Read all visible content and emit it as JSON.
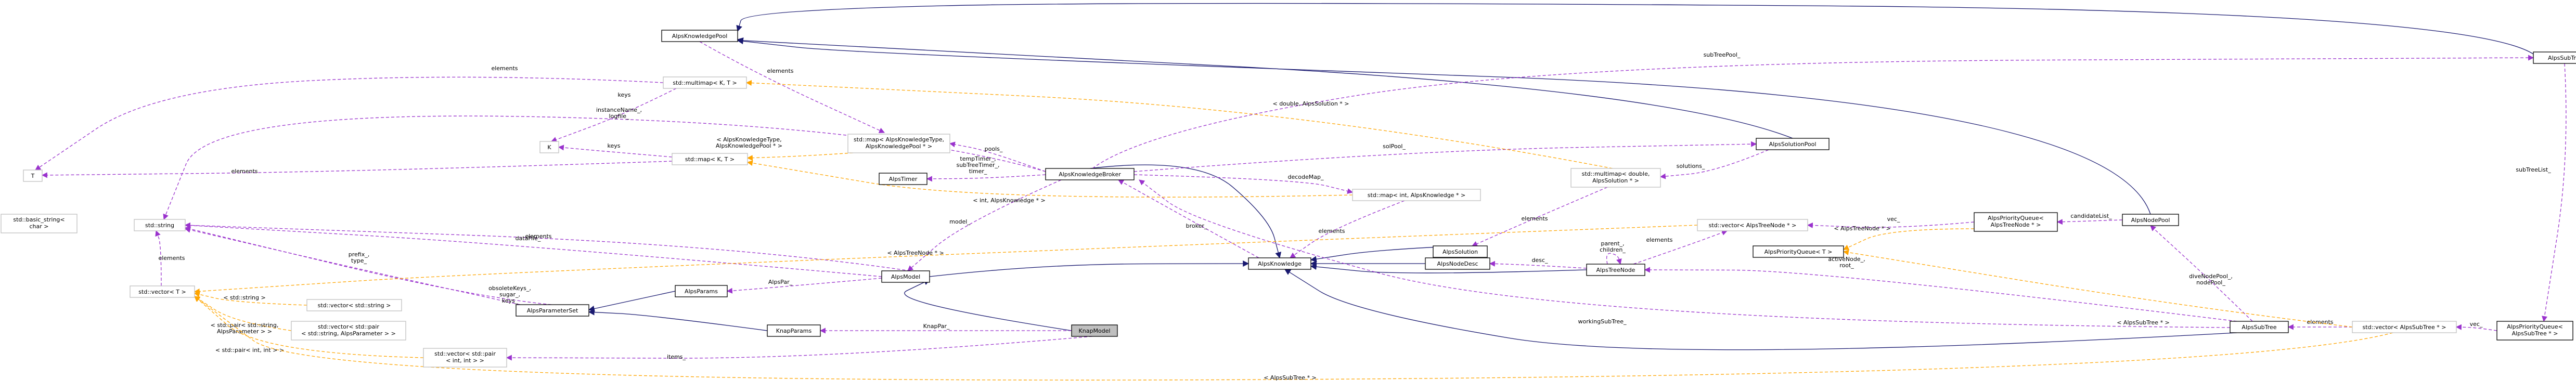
{
  "colors": {
    "node_border": "#000000",
    "grey_border": "#bfbfbf",
    "highlight_fill": "#bfbfbf",
    "inherit": "#191970",
    "usage": "#9a32cd",
    "template": "#ffa500"
  },
  "nodes": [
    {
      "id": "kp",
      "lines": [
        "AlpsKnowledgePool"
      ],
      "grey": false,
      "highlight": false
    },
    {
      "id": "stp",
      "lines": [
        "AlpsSubTreePool"
      ],
      "grey": false,
      "highlight": false
    },
    {
      "id": "mm",
      "lines": [
        "std::multimap< K, T >"
      ],
      "grey": true,
      "highlight": false
    },
    {
      "id": "map_type",
      "lines": [
        "std::map< AlpsKnowledgeType,",
        "AlpsKnowledgePool * >"
      ],
      "grey": true,
      "highlight": false
    },
    {
      "id": "T",
      "lines": [
        "T"
      ],
      "grey": true,
      "highlight": false
    },
    {
      "id": "K",
      "lines": [
        "K"
      ],
      "grey": true,
      "highlight": false
    },
    {
      "id": "mapKT",
      "lines": [
        "std::map< K, T >"
      ],
      "grey": true,
      "highlight": false
    },
    {
      "id": "sp",
      "lines": [
        "AlpsSolutionPool"
      ],
      "grey": false,
      "highlight": false
    },
    {
      "id": "timer",
      "lines": [
        "AlpsTimer"
      ],
      "grey": false,
      "highlight": false
    },
    {
      "id": "broker",
      "lines": [
        "AlpsKnowledgeBroker"
      ],
      "grey": false,
      "highlight": false
    },
    {
      "id": "mmds",
      "lines": [
        "std::multimap< double,",
        "AlpsSolution * >"
      ],
      "grey": true,
      "highlight": false
    },
    {
      "id": "mapint",
      "lines": [
        "std::map< int, AlpsKnowledge * >"
      ],
      "grey": true,
      "highlight": false
    },
    {
      "id": "basic",
      "lines": [
        "std::basic_string<",
        "char >"
      ],
      "grey": true,
      "highlight": false
    },
    {
      "id": "string",
      "lines": [
        "std::string"
      ],
      "grey": true,
      "highlight": false
    },
    {
      "id": "pqtn",
      "lines": [
        "AlpsPriorityQueue<",
        "AlpsTreeNode * >"
      ],
      "grey": false,
      "highlight": false
    },
    {
      "id": "nodepool",
      "lines": [
        "AlpsNodePool"
      ],
      "grey": false,
      "highlight": false
    },
    {
      "id": "vtn",
      "lines": [
        "std::vector< AlpsTreeNode * >"
      ],
      "grey": true,
      "highlight": false
    },
    {
      "id": "solution",
      "lines": [
        "AlpsSolution"
      ],
      "grey": false,
      "highlight": false
    },
    {
      "id": "pqt",
      "lines": [
        "AlpsPriorityQueue< T >"
      ],
      "grey": false,
      "highlight": false
    },
    {
      "id": "knowledge",
      "lines": [
        "AlpsKnowledge"
      ],
      "grey": false,
      "highlight": false
    },
    {
      "id": "nodedesc",
      "lines": [
        "AlpsNodeDesc"
      ],
      "grey": false,
      "highlight": false
    },
    {
      "id": "treenode",
      "lines": [
        "AlpsTreeNode"
      ],
      "grey": false,
      "highlight": false
    },
    {
      "id": "vecT",
      "lines": [
        "std::vector< T >"
      ],
      "grey": true,
      "highlight": false
    },
    {
      "id": "vstr",
      "lines": [
        "std::vector< std::string >"
      ],
      "grey": true,
      "highlight": false
    },
    {
      "id": "params",
      "lines": [
        "AlpsParams"
      ],
      "grey": false,
      "highlight": false
    },
    {
      "id": "model",
      "lines": [
        "AlpsModel"
      ],
      "grey": false,
      "highlight": false
    },
    {
      "id": "pset",
      "lines": [
        "AlpsParameterSet"
      ],
      "grey": false,
      "highlight": false
    },
    {
      "id": "vpair",
      "lines": [
        "std::vector< std::pair",
        "< std::string, AlpsParameter > >"
      ],
      "grey": true,
      "highlight": false
    },
    {
      "id": "knapparams",
      "lines": [
        "KnapParams"
      ],
      "grey": false,
      "highlight": false
    },
    {
      "id": "knapmodel",
      "lines": [
        "KnapModel"
      ],
      "grey": false,
      "highlight": true
    },
    {
      "id": "vpii",
      "lines": [
        "std::vector< std::pair",
        "< int, int > >"
      ],
      "grey": true,
      "highlight": false
    },
    {
      "id": "subtree",
      "lines": [
        "AlpsSubTree"
      ],
      "grey": false,
      "highlight": false
    },
    {
      "id": "vst",
      "lines": [
        "std::vector< AlpsSubTree * >"
      ],
      "grey": true,
      "highlight": false
    },
    {
      "id": "pqst",
      "lines": [
        "AlpsPriorityQueue<",
        "AlpsSubTree * >"
      ],
      "grey": false,
      "highlight": false
    }
  ],
  "edges": [
    {
      "id": "e1",
      "kind": "inherit",
      "label": []
    },
    {
      "id": "e2",
      "kind": "inherit",
      "label": []
    },
    {
      "id": "e3",
      "kind": "inherit",
      "label": []
    },
    {
      "id": "e4",
      "kind": "inherit",
      "label": []
    },
    {
      "id": "e5",
      "kind": "inherit",
      "label": []
    },
    {
      "id": "e6",
      "kind": "inherit",
      "label": []
    },
    {
      "id": "e7",
      "kind": "inherit",
      "label": []
    },
    {
      "id": "e8",
      "kind": "inherit",
      "label": []
    },
    {
      "id": "e9",
      "kind": "inherit",
      "label": []
    },
    {
      "id": "e10",
      "kind": "inherit",
      "label": []
    },
    {
      "id": "e11",
      "kind": "inherit",
      "label": []
    },
    {
      "id": "e12",
      "kind": "inherit",
      "label": []
    },
    {
      "id": "u1",
      "kind": "usage",
      "label": [
        "subTreePool_"
      ]
    },
    {
      "id": "u2",
      "kind": "usage",
      "label": [
        "elements"
      ]
    },
    {
      "id": "u3",
      "kind": "usage",
      "label": [
        "elements"
      ]
    },
    {
      "id": "u4",
      "kind": "usage",
      "label": [
        "keys"
      ]
    },
    {
      "id": "u5",
      "kind": "usage",
      "label": [
        "instanceName_,",
        "logfile_"
      ]
    },
    {
      "id": "u6",
      "kind": "usage",
      "label": [
        "keys"
      ]
    },
    {
      "id": "u7",
      "kind": "usage",
      "label": [
        "elements"
      ]
    },
    {
      "id": "u8",
      "kind": "usage",
      "label": [
        "pools_"
      ]
    },
    {
      "id": "u9",
      "kind": "usage",
      "label": [
        "tempTimer_,",
        "subTreeTimer_,",
        "timer_"
      ]
    },
    {
      "id": "u10",
      "kind": "usage",
      "label": [
        "solPool_"
      ]
    },
    {
      "id": "u11",
      "kind": "usage",
      "label": [
        "solutions_"
      ]
    },
    {
      "id": "u12",
      "kind": "usage",
      "label": [
        "decodeMap_"
      ]
    },
    {
      "id": "u13",
      "kind": "usage",
      "label": [
        "elements"
      ]
    },
    {
      "id": "u14",
      "kind": "usage",
      "label": [
        "elements"
      ]
    },
    {
      "id": "u15",
      "kind": "usage",
      "label": [
        "model_"
      ]
    },
    {
      "id": "u16",
      "kind": "usage",
      "label": [
        "broker_"
      ]
    },
    {
      "id": "u17",
      "kind": "usage",
      "label": [
        "elements"
      ]
    },
    {
      "id": "u18",
      "kind": "usage",
      "label": [
        "vec_"
      ]
    },
    {
      "id": "u19",
      "kind": "usage",
      "label": [
        "candidateList_"
      ]
    },
    {
      "id": "u20",
      "kind": "usage",
      "label": [
        "elements"
      ]
    },
    {
      "id": "u21",
      "kind": "usage",
      "label": [
        "desc_"
      ]
    },
    {
      "id": "u22",
      "kind": "usage",
      "label": [
        "parent_,",
        "children_"
      ]
    },
    {
      "id": "u23",
      "kind": "usage",
      "label": [
        "dataFile_"
      ]
    },
    {
      "id": "u24",
      "kind": "usage",
      "label": [
        "prefix_,",
        "type_"
      ]
    },
    {
      "id": "u25",
      "kind": "usage",
      "label": [
        "elements"
      ]
    },
    {
      "id": "u26",
      "kind": "usage",
      "label": [
        "AlpsPar_"
      ]
    },
    {
      "id": "u27",
      "kind": "usage",
      "label": [
        "obsoleteKeys_,",
        "sugar_,",
        "keys_"
      ]
    },
    {
      "id": "u28",
      "kind": "usage",
      "label": [
        "KnapPar_"
      ]
    },
    {
      "id": "u29",
      "kind": "usage",
      "label": [
        "items_"
      ]
    },
    {
      "id": "u30",
      "kind": "usage",
      "label": [
        "activeNode_,",
        "root_"
      ]
    },
    {
      "id": "u31",
      "kind": "usage",
      "label": [
        "diveNodePool_,",
        "nodePool_"
      ]
    },
    {
      "id": "u32",
      "kind": "usage",
      "label": [
        "workingSubTree_"
      ]
    },
    {
      "id": "u33",
      "kind": "usage",
      "label": [
        "elements"
      ]
    },
    {
      "id": "u34",
      "kind": "usage",
      "label": [
        "vec_"
      ]
    },
    {
      "id": "u35",
      "kind": "usage",
      "label": [
        "subTreeList_"
      ]
    },
    {
      "id": "t1",
      "kind": "template",
      "label": [
        "< double, AlpsSolution * >"
      ]
    },
    {
      "id": "t2",
      "kind": "template",
      "label": [
        "< AlpsKnowledgeType,",
        "AlpsKnowledgePool * >"
      ]
    },
    {
      "id": "t3",
      "kind": "template",
      "label": [
        "< int, AlpsKnowledge * >"
      ]
    },
    {
      "id": "t4",
      "kind": "template",
      "label": [
        "< AlpsTreeNode * >"
      ]
    },
    {
      "id": "t5",
      "kind": "template",
      "label": [
        "< AlpsTreeNode * >"
      ]
    },
    {
      "id": "t6",
      "kind": "template",
      "label": [
        "< std::string >"
      ]
    },
    {
      "id": "t7",
      "kind": "template",
      "label": [
        "< std::pair< std::string,",
        "AlpsParameter > >"
      ]
    },
    {
      "id": "t8",
      "kind": "template",
      "label": [
        "< std::pair< int, int > >"
      ]
    },
    {
      "id": "t9",
      "kind": "template",
      "label": [
        "< AlpsSubTree * >"
      ]
    },
    {
      "id": "t10",
      "kind": "template",
      "label": [
        "< AlpsSubTree * >"
      ]
    }
  ]
}
